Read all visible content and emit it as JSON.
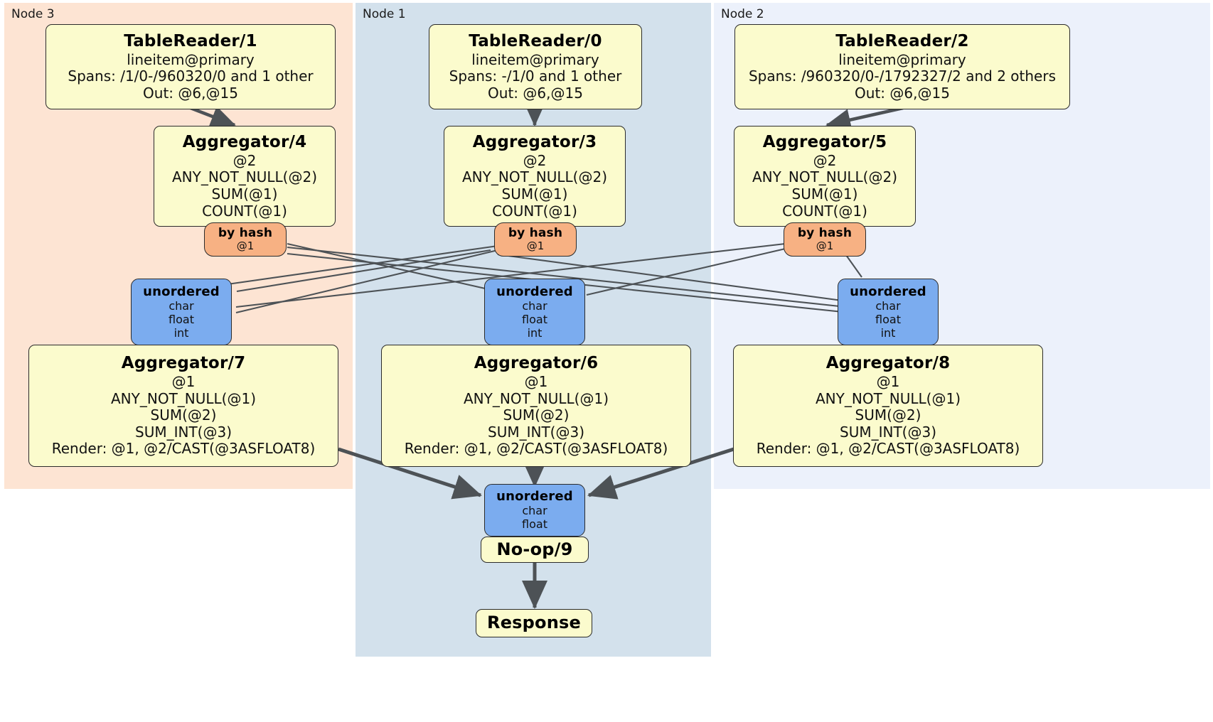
{
  "diagram": {
    "title": "Distributed query plan",
    "colors": {
      "node3_bg": "#fde4d3",
      "node1_bg": "#d3e1ec",
      "node2_bg": "#ecf1fb",
      "processor_bg": "#fbfbcd",
      "router_bg": "#f7b183",
      "synchronizer_bg": "#7bacef",
      "edge": "#4d5256",
      "border": "#2b2b2b"
    }
  },
  "regions": [
    {
      "id": "node3",
      "label": "Node 3"
    },
    {
      "id": "node1",
      "label": "Node 1"
    },
    {
      "id": "node2",
      "label": "Node 2"
    }
  ],
  "processors": {
    "tablereader1": {
      "title": "TableReader/1",
      "lines": [
        "lineitem@primary",
        "Spans: /1/0-/960320/0 and 1 other",
        "Out: @6,@15"
      ]
    },
    "tablereader0": {
      "title": "TableReader/0",
      "lines": [
        "lineitem@primary",
        "Spans: -/1/0 and 1 other",
        "Out: @6,@15"
      ]
    },
    "tablereader2": {
      "title": "TableReader/2",
      "lines": [
        "lineitem@primary",
        "Spans: /960320/0-/1792327/2 and 2 others",
        "Out: @6,@15"
      ]
    },
    "aggregator4": {
      "title": "Aggregator/4",
      "lines": [
        "@2",
        "ANY_NOT_NULL(@2)",
        "SUM(@1)",
        "COUNT(@1)"
      ]
    },
    "aggregator3": {
      "title": "Aggregator/3",
      "lines": [
        "@2",
        "ANY_NOT_NULL(@2)",
        "SUM(@1)",
        "COUNT(@1)"
      ]
    },
    "aggregator5": {
      "title": "Aggregator/5",
      "lines": [
        "@2",
        "ANY_NOT_NULL(@2)",
        "SUM(@1)",
        "COUNT(@1)"
      ]
    },
    "aggregator7": {
      "title": "Aggregator/7",
      "lines": [
        "@1",
        "ANY_NOT_NULL(@1)",
        "SUM(@2)",
        "SUM_INT(@3)",
        "Render: @1, @2/CAST(@3ASFLOAT8)"
      ]
    },
    "aggregator6": {
      "title": "Aggregator/6",
      "lines": [
        "@1",
        "ANY_NOT_NULL(@1)",
        "SUM(@2)",
        "SUM_INT(@3)",
        "Render: @1, @2/CAST(@3ASFLOAT8)"
      ]
    },
    "aggregator8": {
      "title": "Aggregator/8",
      "lines": [
        "@1",
        "ANY_NOT_NULL(@1)",
        "SUM(@2)",
        "SUM_INT(@3)",
        "Render: @1, @2/CAST(@3ASFLOAT8)"
      ]
    },
    "noop9": {
      "title": "No-op/9",
      "lines": []
    },
    "response": {
      "title": "Response",
      "lines": []
    }
  },
  "routers": {
    "byhash_left": {
      "title": "by hash",
      "lines": [
        "@1"
      ]
    },
    "byhash_center": {
      "title": "by hash",
      "lines": [
        "@1"
      ]
    },
    "byhash_right": {
      "title": "by hash",
      "lines": [
        "@1"
      ]
    }
  },
  "synchronizers": {
    "unordered_left": {
      "title": "unordered",
      "lines": [
        "char",
        "float",
        "int"
      ]
    },
    "unordered_center": {
      "title": "unordered",
      "lines": [
        "char",
        "float",
        "int"
      ]
    },
    "unordered_right": {
      "title": "unordered",
      "lines": [
        "char",
        "float",
        "int"
      ]
    },
    "unordered_final": {
      "title": "unordered",
      "lines": [
        "char",
        "float"
      ]
    }
  }
}
